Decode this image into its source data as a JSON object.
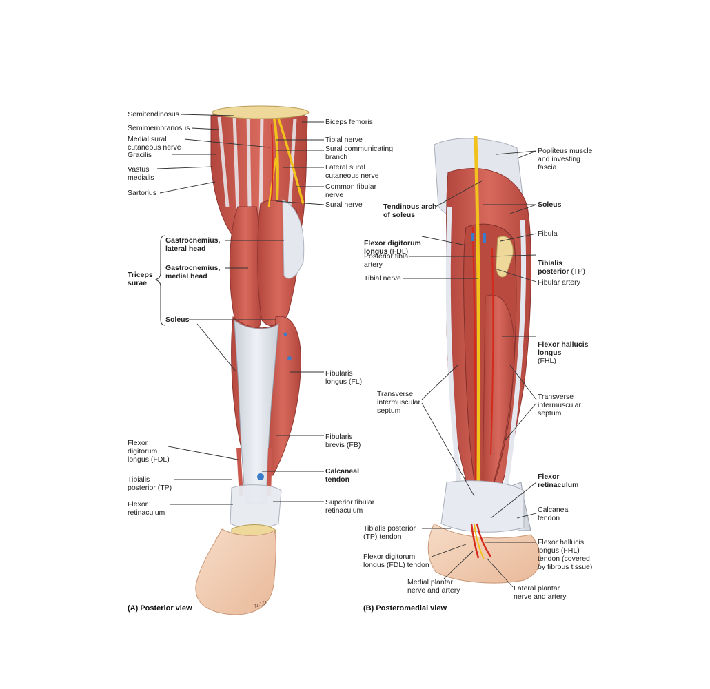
{
  "captions": {
    "a": "(A) Posterior view",
    "b": "(B) Posteromedial view"
  },
  "artist_signature": "N.J.O.",
  "colors": {
    "muscle": "#c9594e",
    "muscle_dark": "#a8403a",
    "tendon": "#dfe3ea",
    "nerve": "#f2c21c",
    "artery": "#d42a1c",
    "vein": "#3b7bc8",
    "bone": "#eed99b",
    "skin": "#f3cfb5",
    "leader": "#333333"
  },
  "view_a": {
    "left_labels": {
      "semitendinosus": "Semitendinosus",
      "semimembranosus": "Semimembranosus",
      "medial_sural": "Medial sural\ncutaneous nerve",
      "gracilis": "Gracilis",
      "vastus_medialis": "Vastus\nmedialis",
      "sartorius": "Sartorius",
      "fdl": "Flexor\ndigitorum\nlongus (FDL)",
      "tp": "Tibialis\nposterior (TP)",
      "flexor_ret": "Flexor\nretinaculum"
    },
    "triceps_surae": "Triceps\nsurae",
    "triceps_parts": {
      "gastro_lateral": "Gastrocnemius,\nlateral head",
      "gastro_medial": "Gastrocnemius,\nmedial head",
      "soleus": "Soleus"
    },
    "right_labels": {
      "biceps": "Biceps femoris",
      "tibial_nerve": "Tibial nerve",
      "sural_comm": "Sural communicating\nbranch",
      "lateral_sural": "Lateral sural\ncutaneous nerve",
      "common_fibular": "Common fibular\nnerve",
      "sural_nerve": "Sural nerve",
      "fl": "Fibularis\nlongus (FL)",
      "fb": "Fibularis\nbrevis (FB)",
      "calcaneal": "Calcaneal\ntendon",
      "sup_fibular": "Superior fibular\nretinaculum"
    }
  },
  "view_b": {
    "popliteus": "Popliteus muscle\nand investing\nfascia",
    "tendinous_arch": "Tendinous arch\nof soleus",
    "soleus": "Soleus",
    "fdl_title": "Flexor digitorum\nlongus",
    "fdl_abbr": "(FDL)",
    "post_tibial": "Posterior tibial\nartery",
    "tibial_nerve": "Tibial nerve",
    "fibula": "Fibula",
    "tp_title": "Tibialis\nposterior",
    "tp_abbr": "(TP)",
    "fibular_artery": "Fibular artery",
    "fhl_title": "Flexor hallucis\nlongus",
    "fhl_abbr": "(FHL)",
    "trans_left": "Transverse\nintermuscular\nseptum",
    "trans_right": "Transverse\nintermuscular\nseptum",
    "flexor_ret": "Flexor\nretinaculum",
    "calcaneal": "Calcaneal\ntendon",
    "tp_tendon": "Tibialis posterior\n(TP) tendon",
    "fhl_tendon": "Flexor hallucis\nlongus (FHL)\ntendon (covered\nby fibrous tissue)",
    "fdl_tendon": "Flexor digitorum\nlongus (FDL) tendon",
    "medial_plantar": "Medial plantar\nnerve and artery",
    "lateral_plantar": "Lateral plantar\nnerve and artery"
  }
}
